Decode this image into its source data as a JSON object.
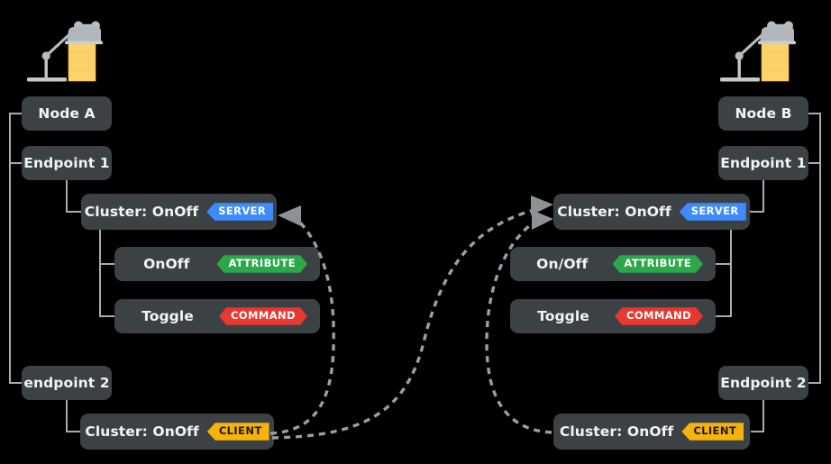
{
  "diagram": {
    "title": "Matter OnOff cluster binding between Node A and Node B",
    "background_color": "#000000",
    "box_color": "#3b4145",
    "connector_color": "#a8adb0",
    "arrow_color": "#8d9295"
  },
  "badges": {
    "server": {
      "label": "SERVER",
      "color": "#3d8bfd"
    },
    "client": {
      "label": "CLIENT",
      "color": "#f5b30c"
    },
    "attribute": {
      "label": "ATTRIBUTE",
      "color": "#2ba84a"
    },
    "command": {
      "label": "COMMAND",
      "color": "#e8382f"
    }
  },
  "left": {
    "device_icon": "desk-lamp-icon",
    "node": "Node A",
    "endpoint1": "Endpoint 1",
    "endpoint1_cluster": "Cluster: OnOff",
    "attribute_name": "OnOff",
    "command_name": "Toggle",
    "endpoint2": "endpoint 2",
    "endpoint2_cluster": "Cluster: OnOff"
  },
  "right": {
    "device_icon": "desk-lamp-icon",
    "node": "Node B",
    "endpoint1": "Endpoint 1",
    "endpoint1_cluster": "Cluster: OnOff",
    "attribute_name": "On/Off",
    "command_name": "Toggle",
    "endpoint2": "Endpoint 2",
    "endpoint2_cluster": "Cluster: OnOff"
  }
}
